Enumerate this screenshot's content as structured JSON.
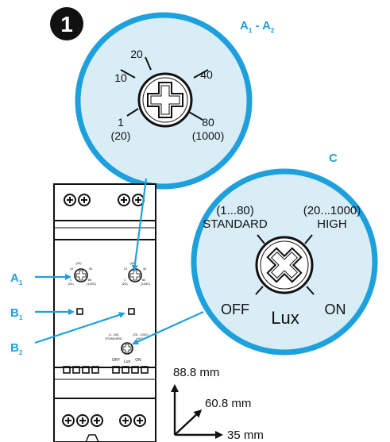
{
  "step_number": "1",
  "callouts": {
    "a1a2": {
      "main": "A",
      "sub1": "1",
      "dash": " - A",
      "sub2": "2"
    },
    "c": "C",
    "a1": {
      "main": "A",
      "sub": "1"
    },
    "b1": {
      "main": "B",
      "sub": "1"
    },
    "b2": {
      "main": "B",
      "sub": "2"
    }
  },
  "dial_a": {
    "ticks": [
      "20",
      "10",
      "40",
      "1",
      "(20)",
      "80",
      "(1000)"
    ]
  },
  "dial_c": {
    "standard_range": "(1...80)",
    "standard_label": "STANDARD",
    "high_range": "(20...1000)",
    "high_label": "HIGH",
    "off_label": "OFF",
    "lux_label": "Lux",
    "on_label": "ON"
  },
  "device_small": {
    "left_dial": [
      "(20)",
      "10",
      "40",
      "1",
      "80",
      "(20)",
      "(1000)"
    ],
    "right_dial": [
      "(20)",
      "10",
      "40",
      "1",
      "80",
      "(20)",
      "(1000)"
    ],
    "c_labels": [
      "(1...80)",
      "STANDARD",
      "(20...1000)",
      "HIGH",
      "OFF",
      "Lux",
      "ON"
    ]
  },
  "dimensions": {
    "height": "88.8 mm",
    "depth": "60.8 mm",
    "width": "35 mm"
  },
  "colors": {
    "accent": "#1ea0dc",
    "circle_fill": "#d9edf7",
    "ink": "#111111"
  }
}
